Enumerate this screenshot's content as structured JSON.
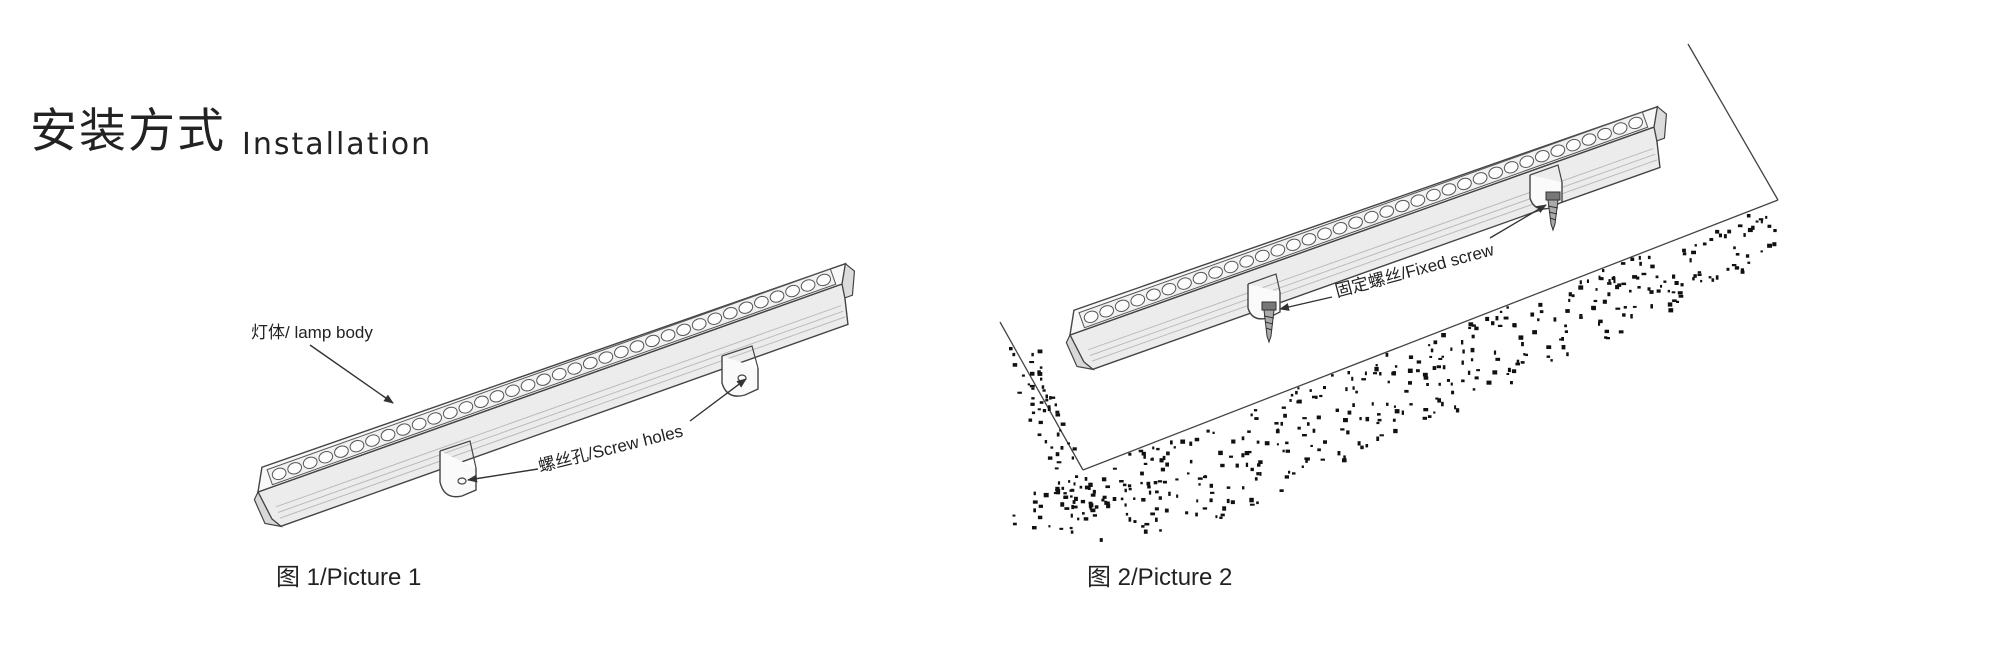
{
  "heading": {
    "title_zh": "安装方式",
    "title_en": "Installation"
  },
  "picture1": {
    "caption": "图 1/Picture 1",
    "lamp_label": "灯体/ lamp body",
    "screw_label": "螺丝孔/Screw holes",
    "led_count": 36
  },
  "picture2": {
    "caption": "图 2/Picture 2",
    "screw_label": "固定螺丝/Fixed screw",
    "led_count": 36
  },
  "colors": {
    "line": "#444444",
    "lamp_fill": "#f6f6f6",
    "groove": "#b8b8b8",
    "speckle": "#111111"
  }
}
